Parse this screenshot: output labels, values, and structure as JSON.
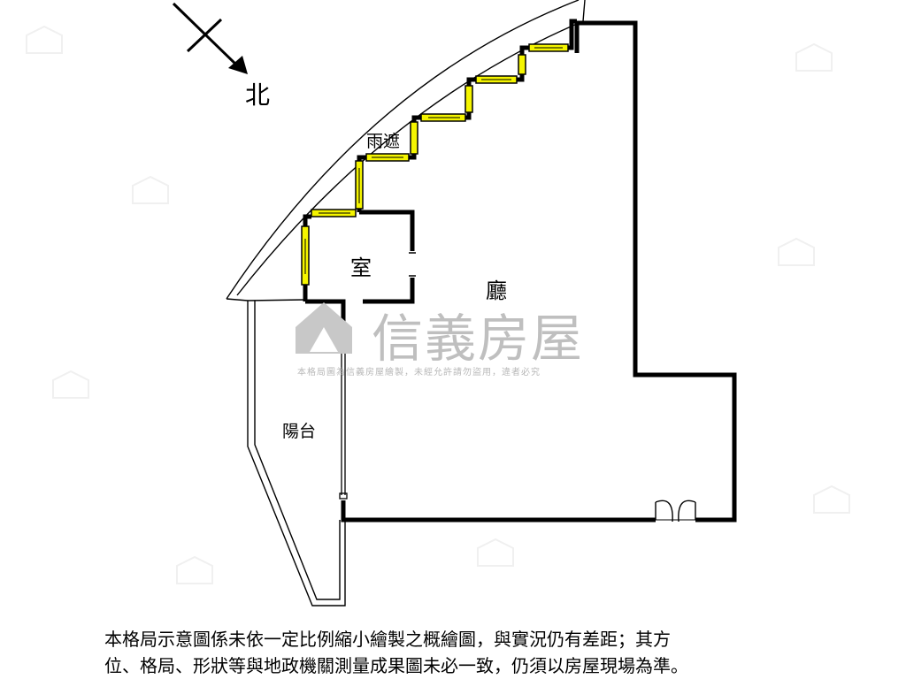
{
  "floor_plan": {
    "compass": {
      "label": "北",
      "arrow_icon": "north-arrow-icon"
    },
    "areas": {
      "canopy": "雨遮",
      "room": "室",
      "hall": "廳",
      "balcony": "陽台"
    },
    "watermark": {
      "brand": "信義房屋",
      "copyright": "本格局圖為信義房屋繪製，未經允許請勿盜用，違者必究",
      "logo_icon": "sinyi-house-logo-icon"
    },
    "disclaimer": {
      "line1": "本格局示意圖係未依一定比例縮小繪製之概繪圖，與實況仍有差距；其方",
      "line2": "位、格局、形狀等與地政機關測量成果圖未必一致，仍須以房屋現場為準。"
    },
    "colors": {
      "wall": "#000000",
      "window_fill": "#f5f500",
      "watermark": "#bfbfbf"
    }
  }
}
